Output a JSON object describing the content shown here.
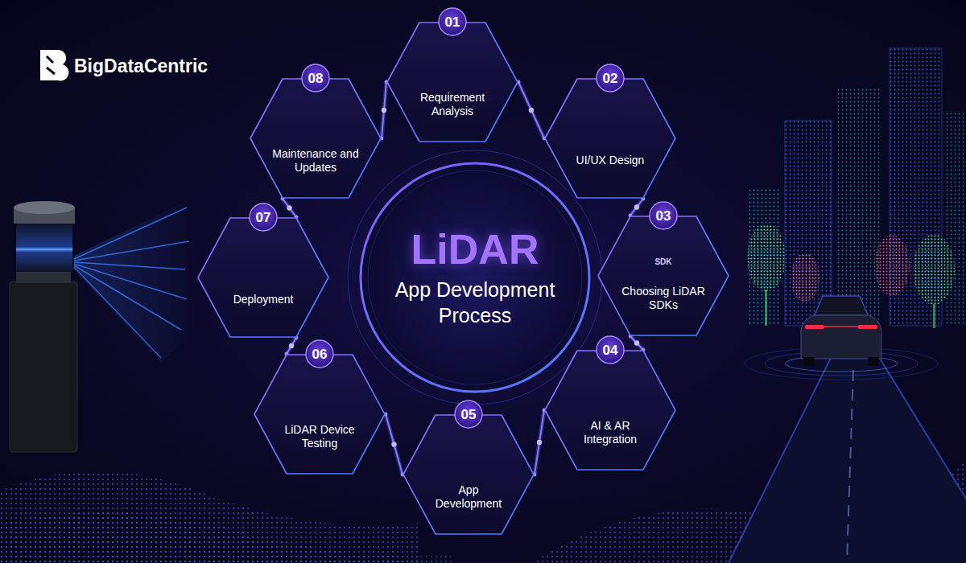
{
  "diagram": {
    "nodes": [
      {
        "text": [
          "LiDAR",
          "App Development Process"
        ]
      },
      {
        "text": [
          "01",
          "Requirement Analysis"
        ]
      },
      {
        "text": [
          "02",
          "UI/UX Design"
        ]
      },
      {
        "text": [
          "03",
          "Choosing LiDAR SDKs"
        ]
      },
      {
        "text": [
          "04",
          "AI & AR Integration"
        ]
      },
      {
        "text": [
          "05",
          "App Development"
        ]
      },
      {
        "text": [
          "06",
          "LiDAR Device Testing"
        ]
      },
      {
        "text": [
          "07",
          "Deployment"
        ]
      },
      {
        "text": [
          "08",
          "Maintenance and Updates"
        ]
      }
    ],
    "edges": [
      {
        "from": 1,
        "to": 2,
        "arrow": "none"
      },
      {
        "from": 2,
        "to": 3,
        "arrow": "none"
      },
      {
        "from": 3,
        "to": 4,
        "arrow": "none"
      },
      {
        "from": 4,
        "to": 5,
        "arrow": "none"
      },
      {
        "from": 5,
        "to": 6,
        "arrow": "none"
      },
      {
        "from": 6,
        "to": 7,
        "arrow": "none"
      },
      {
        "from": 7,
        "to": 8,
        "arrow": "none"
      },
      {
        "from": 8,
        "to": 1,
        "arrow": "none"
      }
    ],
    "labels": [
      "BigDataCentric",
      "SDK"
    ]
  }
}
